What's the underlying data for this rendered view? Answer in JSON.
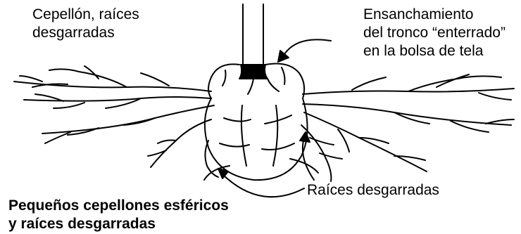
{
  "labels": {
    "rootball": [
      "Cepellón, raíces",
      "desgarradas"
    ],
    "trunk": [
      "Ensanchamiento",
      "del tronco “enterrado”",
      "en la bolsa de tela"
    ],
    "torn_roots": "Raíces desgarradas"
  },
  "caption": [
    "Pequeños cepellones esféricos",
    "y raíces desgarradas"
  ]
}
